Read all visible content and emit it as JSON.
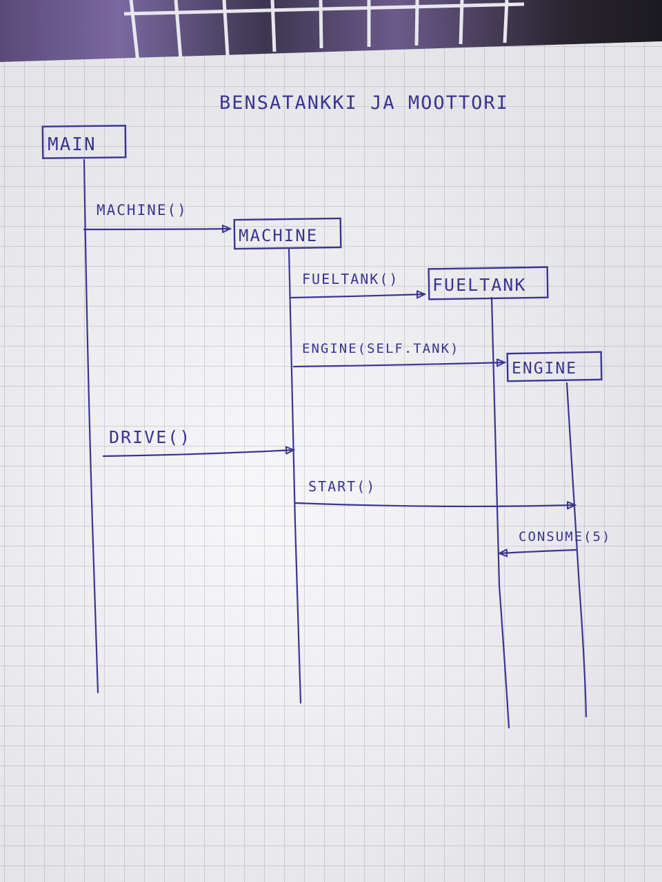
{
  "diagram": {
    "title": "BENSATANKKI JA MOOTTORI",
    "participants": [
      {
        "id": "main",
        "label": "MAIN"
      },
      {
        "id": "machine",
        "label": "MACHINE"
      },
      {
        "id": "fueltank",
        "label": "FUELTANK"
      },
      {
        "id": "engine",
        "label": "ENGINE"
      }
    ],
    "messages": [
      {
        "label": "MACHINE()",
        "from": "main",
        "to": "machine"
      },
      {
        "label": "FUELTANK()",
        "from": "machine",
        "to": "fueltank"
      },
      {
        "label": "ENGINE(SELF.TANK)",
        "from": "machine",
        "to": "engine"
      },
      {
        "label": "DRIVE()",
        "from": "main",
        "to": "machine"
      },
      {
        "label": "START()",
        "from": "machine",
        "to": "engine"
      },
      {
        "label": "CONSUME(5)",
        "from": "engine",
        "to": "fueltank"
      }
    ]
  },
  "colors": {
    "ink": "#3a3490",
    "paper": "#ecebef"
  }
}
